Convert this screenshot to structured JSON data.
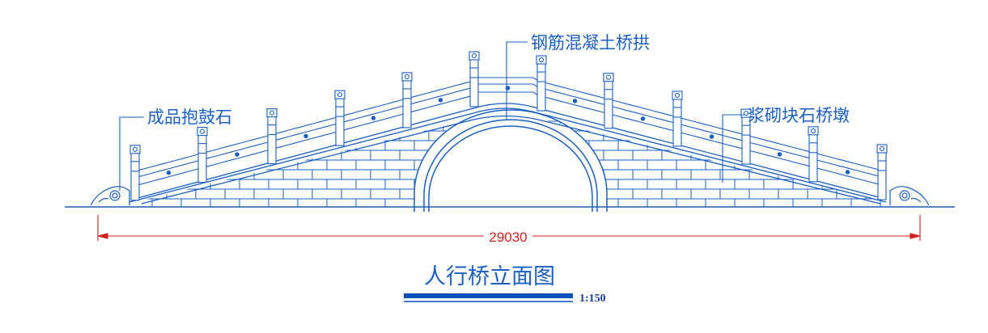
{
  "drawing": {
    "title": "人行桥立面图",
    "scale_text": "1:150",
    "dimension_text": "29030",
    "labels": {
      "arch": "钢筋混凝土桥拱",
      "drum_stone": "成品抱鼓石",
      "pier": "浆砌块石桥墩"
    }
  },
  "colors": {
    "line": "#1a5fc4",
    "dimension": "#d42020",
    "scale_bar": "#0a52b8"
  }
}
